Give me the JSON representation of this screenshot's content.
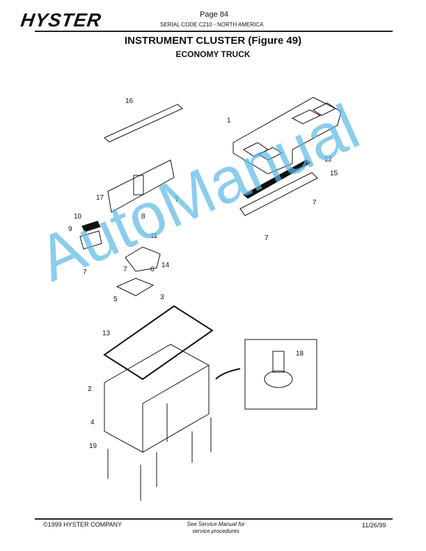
{
  "header": {
    "logo": "HYSTER",
    "page": "Page 84",
    "serial": "SERIAL CODE C210 - NORTH AMERICA",
    "title": "INSTRUMENT CLUSTER (Figure 49)",
    "subtitle": "ECONOMY TRUCK"
  },
  "figure": {
    "callouts": [
      "16",
      "1",
      "12",
      "15",
      "17",
      "7",
      "7",
      "10",
      "8",
      "9",
      "11",
      "7",
      "7",
      "7",
      "6",
      "14",
      "3",
      "5",
      "13",
      "18",
      "2",
      "4",
      "19"
    ]
  },
  "watermark": "AutoManual",
  "footer": {
    "copyright": "©1999 HYSTER COMPANY",
    "note_line1": "See Service Manual for",
    "note_line2": "service procedures",
    "date": "11/26/99"
  }
}
